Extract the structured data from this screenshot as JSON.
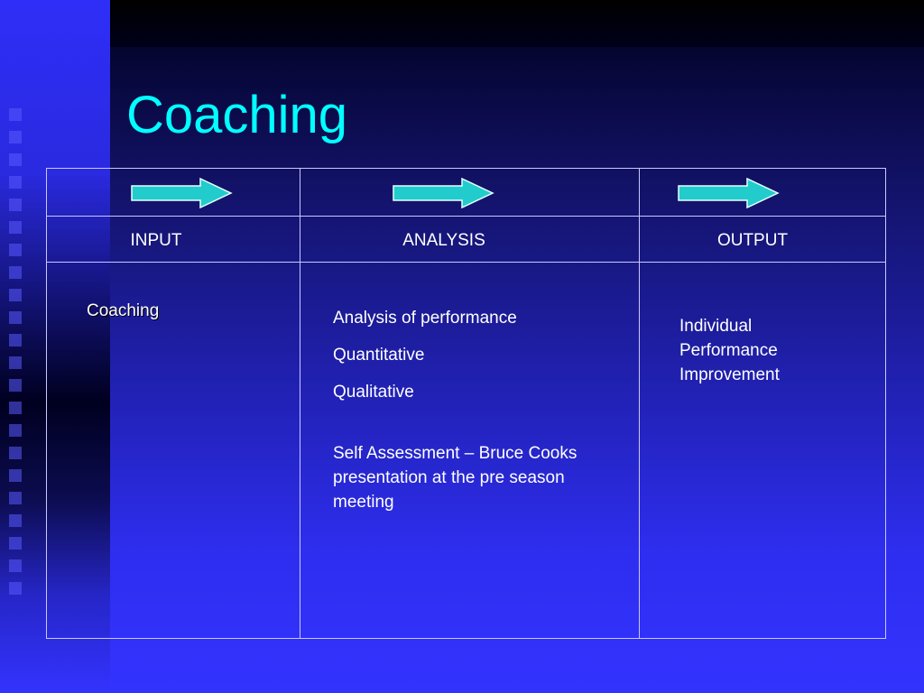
{
  "slide": {
    "title": "Coaching",
    "columns": [
      {
        "header": "INPUT"
      },
      {
        "header": "ANALYSIS"
      },
      {
        "header": "OUTPUT"
      }
    ],
    "input_content": "Coaching",
    "analysis_items": [
      "Analysis of performance",
      "Quantitative",
      "Qualitative",
      "Self Assessment – Bruce Cooks presentation at the pre season meeting"
    ],
    "output_lines": [
      "Individual",
      "Performance",
      "Improvement"
    ]
  },
  "colors": {
    "title": "#00ffff",
    "arrow_fill": "#22cccc",
    "arrow_stroke": "#e8ffff",
    "grid_line": "#c8c8ff",
    "text": "#ffffff"
  },
  "icons": [
    "right-arrow-icon",
    "right-arrow-icon",
    "right-arrow-icon"
  ]
}
